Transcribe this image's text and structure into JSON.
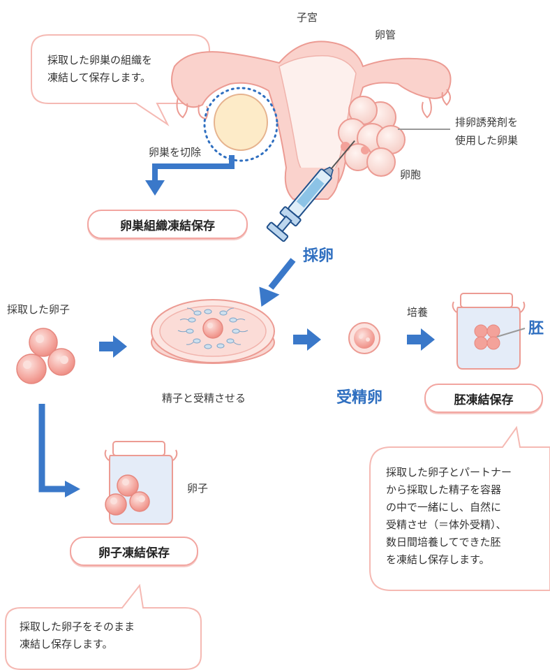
{
  "labels": {
    "uterus": "子宮",
    "fallopian_tube": "卵管",
    "stimulated_ovary": [
      "排卵誘発剤を",
      "使用した卵巣"
    ],
    "follicle": "卵胞",
    "ovary_excision": "卵巣を切除",
    "egg_retrieval": "採卵",
    "retrieved_eggs": "採取した卵子",
    "fertilize_with_sperm": "精子と受精させる",
    "fertilized_egg": "受精卵",
    "culture": "培養",
    "embryo": "胚",
    "egg": "卵子"
  },
  "boxes": {
    "ovarian_tissue": "卵巣組織凍結保存",
    "embryo_freezing": "胚凍結保存",
    "egg_freezing": "卵子凍結保存"
  },
  "bubbles": {
    "ovarian_tissue": [
      "採取した卵巣の組織を",
      "凍結して保存します。"
    ],
    "embryo": [
      "採取した卵子とパートナー",
      "から採取した精子を容器",
      "の中で一緒にし、自然に",
      "受精させ（＝体外受精）、",
      "数日間培養してできた胚",
      "を凍結し保存します。"
    ],
    "egg": [
      "採取した卵子をそのまま",
      "凍結し保存します。"
    ]
  },
  "colors": {
    "blue_arrow": "#3a78c9",
    "pink_outline": "#f2a5a0",
    "uterus_fill": "#fad2cc",
    "egg_fill": "#f3a29a",
    "jar_fill": "#e4ecf8"
  }
}
